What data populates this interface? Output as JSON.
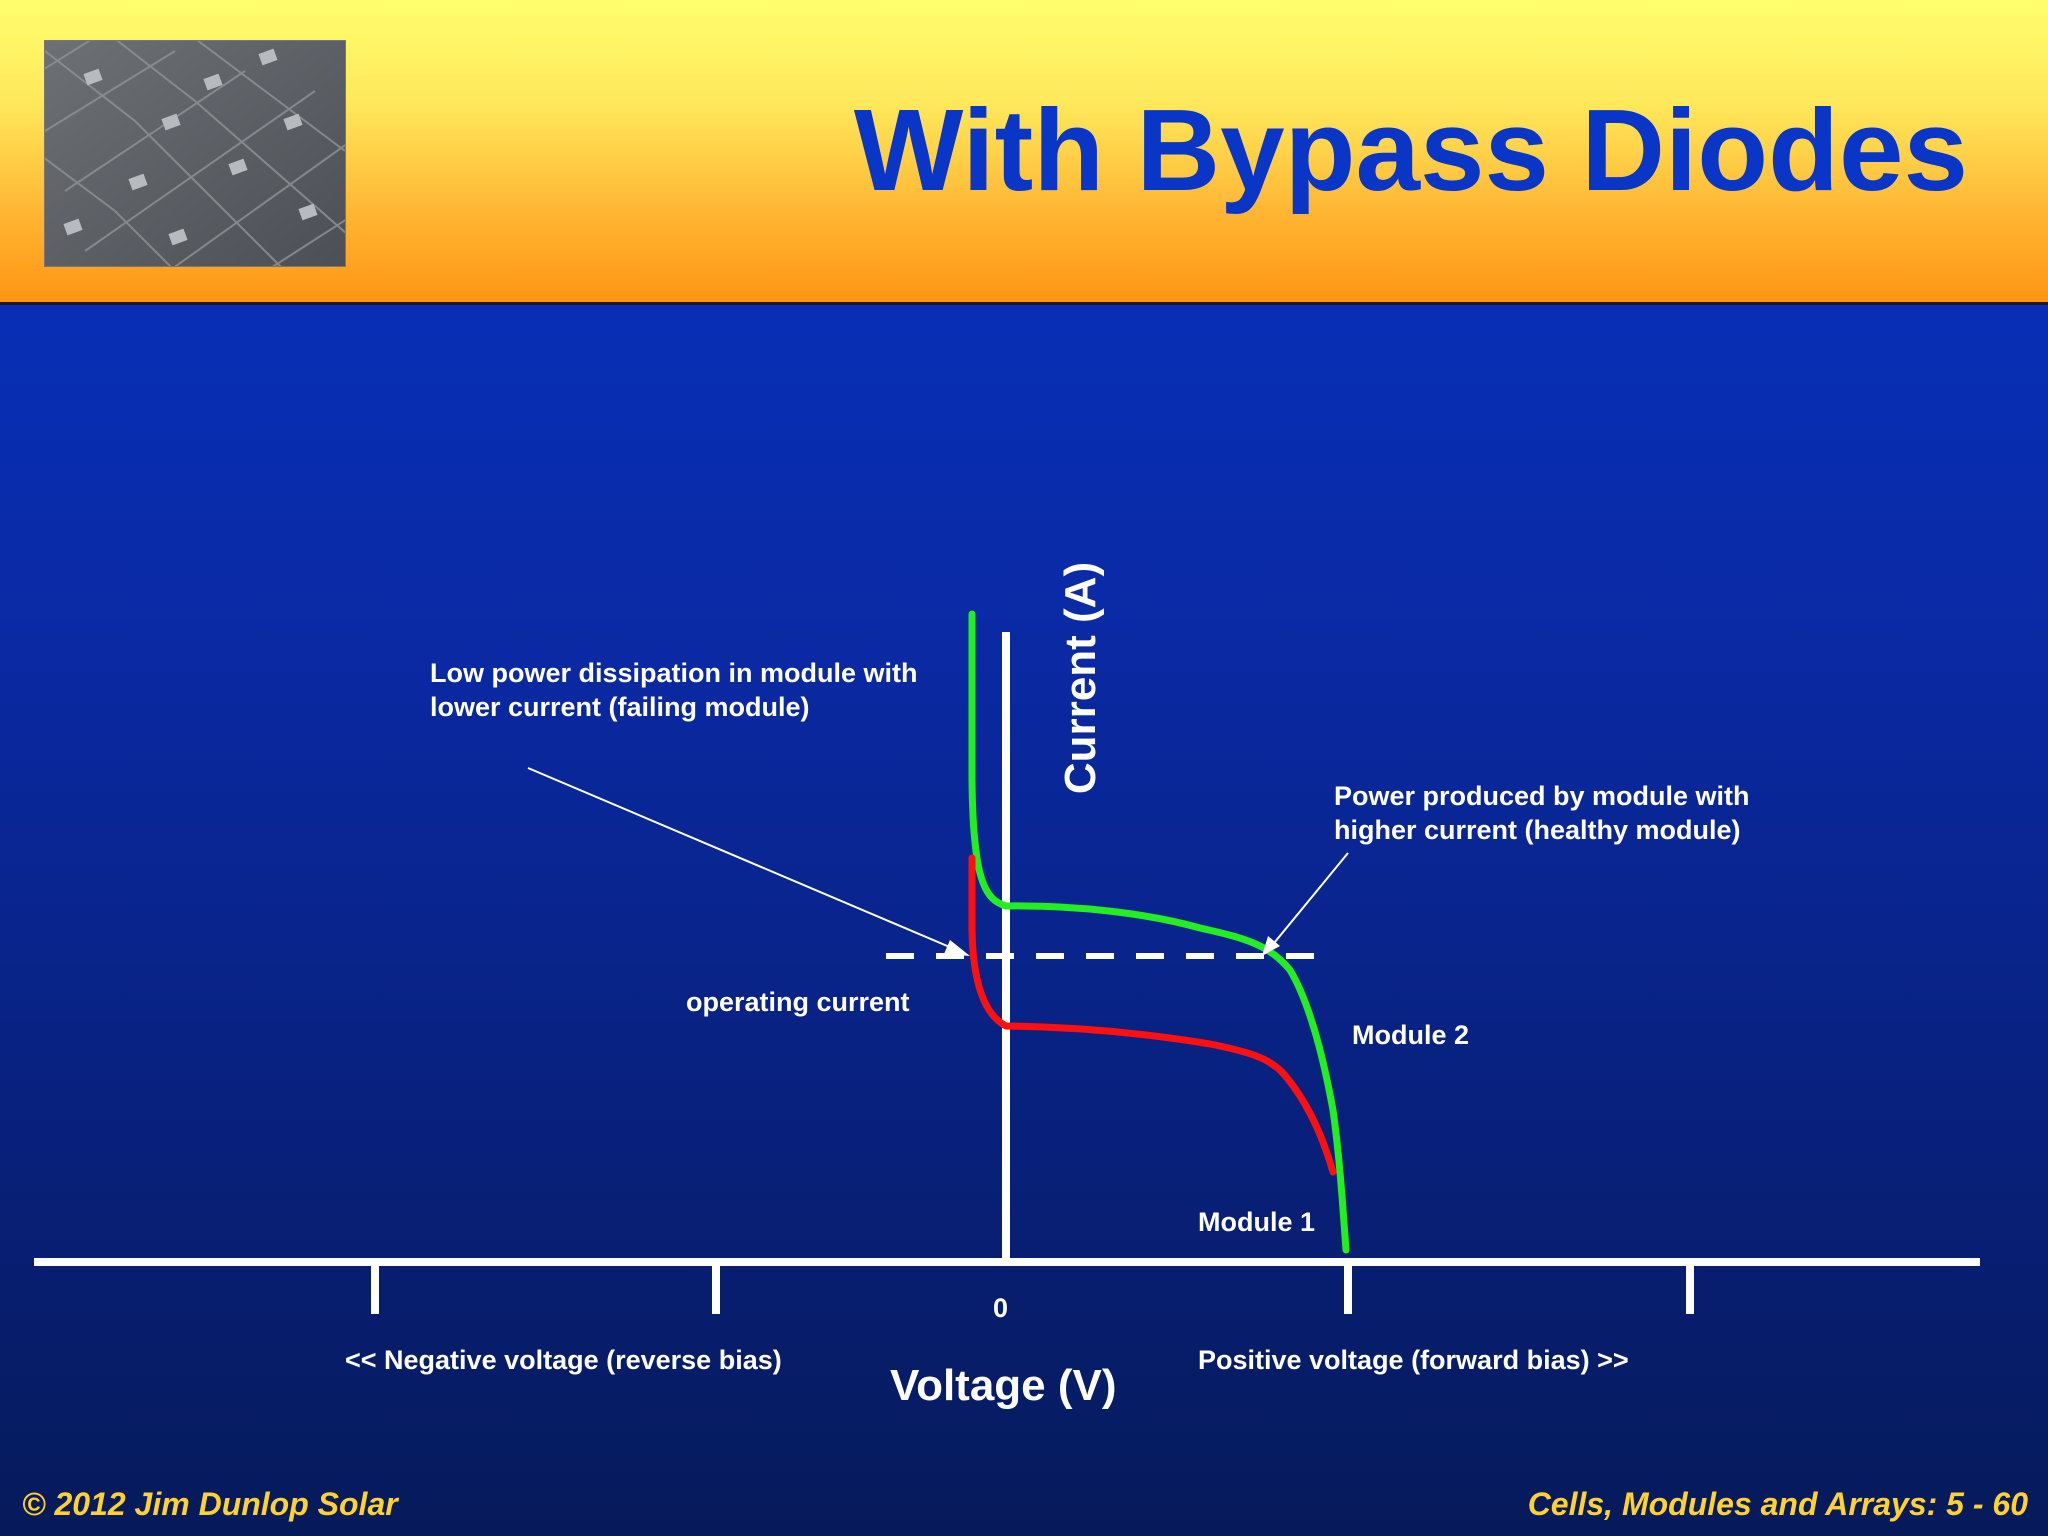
{
  "slide": {
    "title": "With Bypass Diodes",
    "footer_left": "© 2012 Jim Dunlop Solar",
    "footer_right": "Cells, Modules and Arrays: 5 - 60",
    "thumbnail_icon": "solar-cell-photo-icon"
  },
  "diagram": {
    "y_axis_label": "Current (A)",
    "x_axis_label": "Voltage (V)",
    "origin_label": "0",
    "negative_label": "<< Negative voltage (reverse bias)",
    "positive_label": "Positive voltage  (forward bias) >>",
    "operating_current_label": "operating current",
    "annotation_low_line1": "Low power dissipation in module with",
    "annotation_low_line2": "lower current (failing module)",
    "annotation_high_line1": "Power produced by module with",
    "annotation_high_line2": "higher current (healthy module)",
    "module2_label": "Module 2",
    "module1_label": "Module 1",
    "colors": {
      "module2_curve": "#22ee22",
      "module1_curve": "#ff1010",
      "axes": "#ffffff",
      "title": "#0a36c8",
      "footer": "#ffd230"
    }
  }
}
